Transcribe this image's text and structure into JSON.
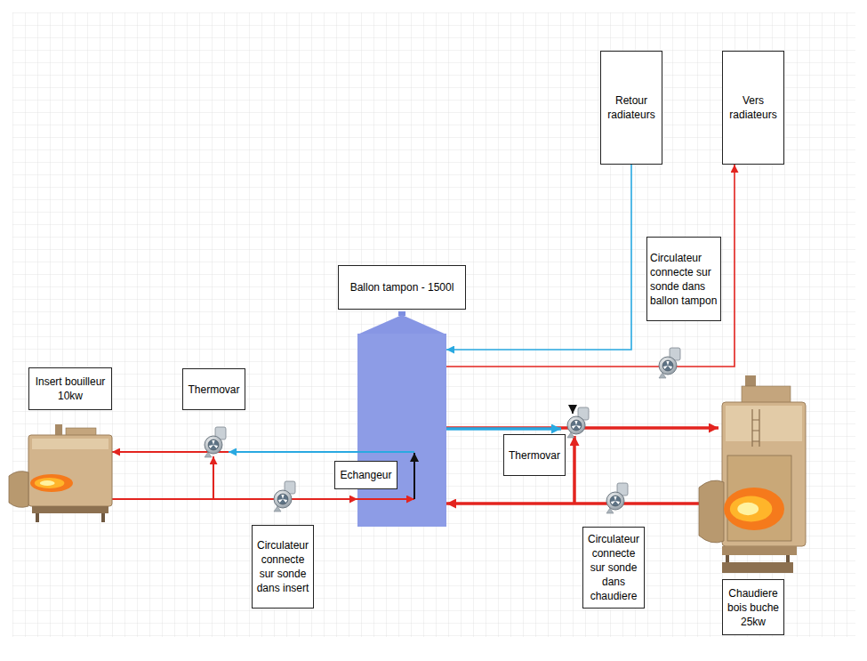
{
  "diagram": {
    "nodes": [
      {
        "text": [
          "Retour radiateurs"
        ]
      },
      {
        "text": [
          "Vers radiateurs"
        ]
      },
      {
        "text": [
          "Circulateur connecte sur sonde dans ballon tampon"
        ]
      },
      {
        "text": [
          "Ballon tampon - 1500l"
        ]
      },
      {
        "text": [
          "Insert bouilleur 10kw"
        ]
      },
      {
        "text": [
          "Thermovar"
        ]
      },
      {
        "text": [
          "Echangeur"
        ]
      },
      {
        "text": [
          "Thermovar"
        ]
      },
      {
        "text": [
          "Circulateur connecte sur sonde dans insert"
        ]
      },
      {
        "text": [
          "Circulateur connecte sur sonde dans chaudiere"
        ]
      },
      {
        "text": [
          "Chaudiere bois buche 25kw"
        ]
      }
    ],
    "edges": [
      {
        "from": 0,
        "to": 3,
        "arrow": "to"
      },
      {
        "from": 3,
        "to": 1,
        "arrow": "to"
      },
      {
        "from": 4,
        "to": 3,
        "arrow": "to"
      },
      {
        "from": 3,
        "to": 4,
        "arrow": "to"
      },
      {
        "from": 3,
        "to": 10,
        "arrow": "to"
      },
      {
        "from": 10,
        "to": 3,
        "arrow": "to"
      }
    ]
  }
}
